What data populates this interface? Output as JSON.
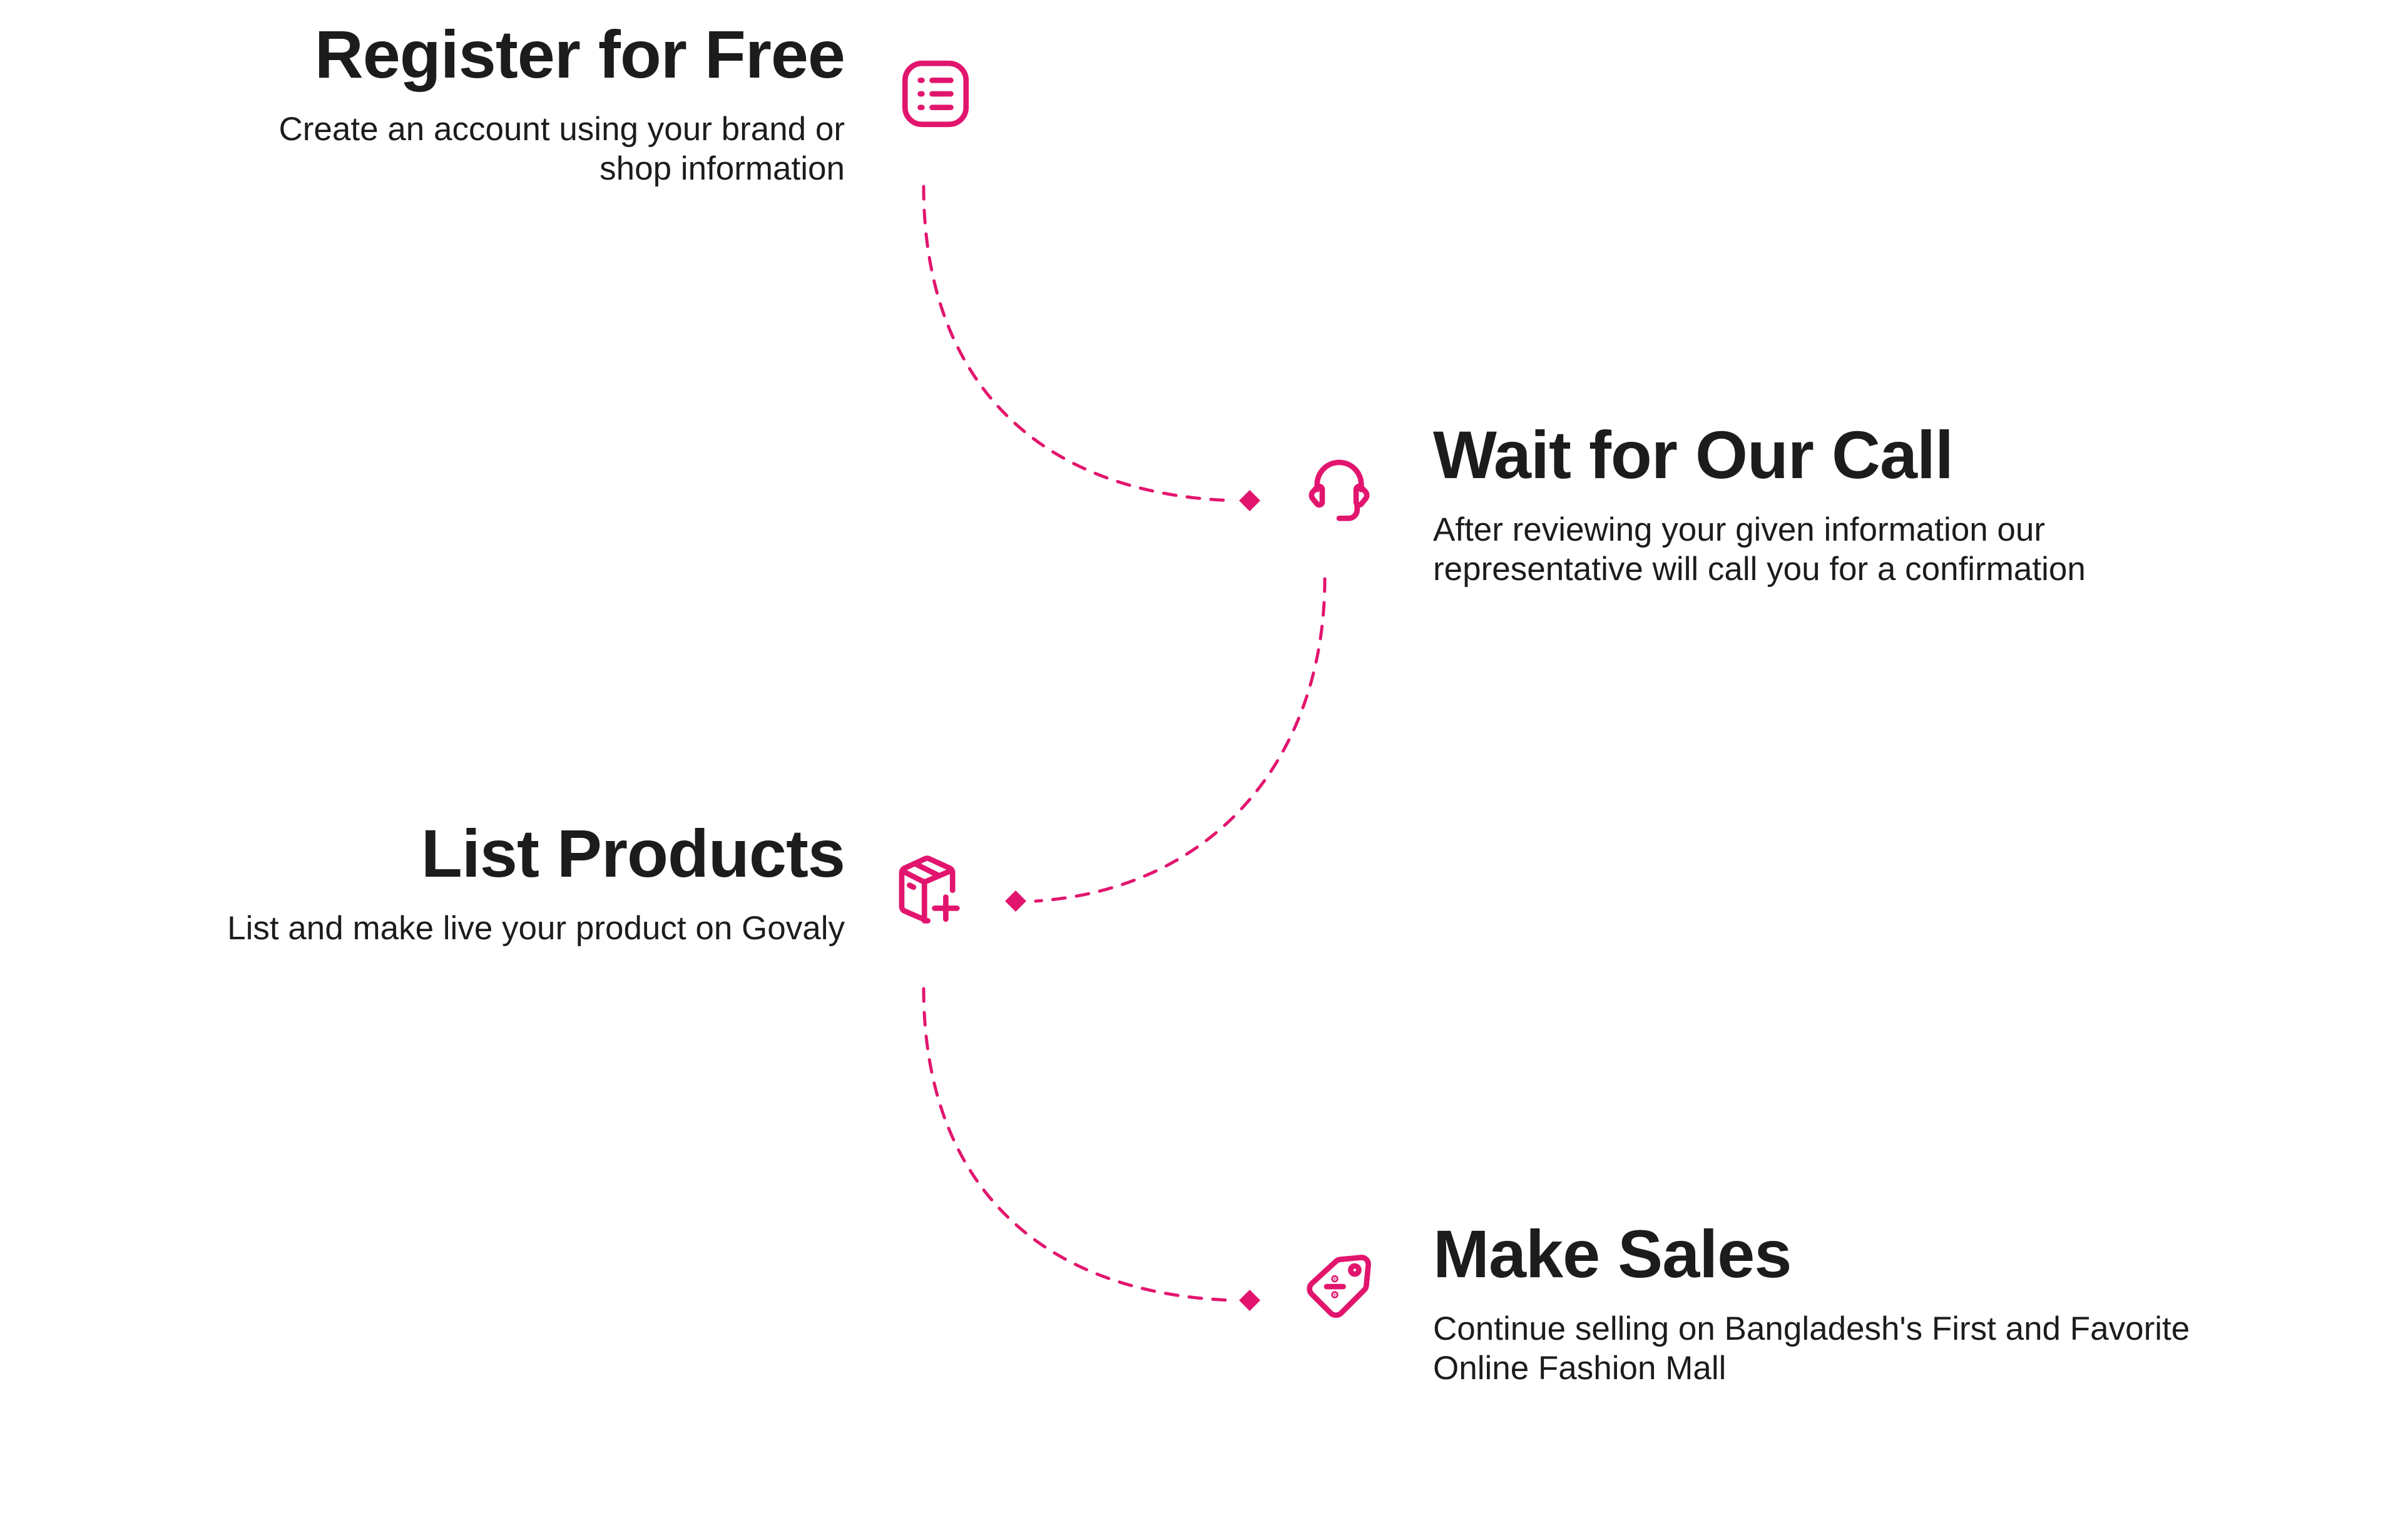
{
  "accent_color": "#E2156E",
  "text_color": "#1C1C1C",
  "steps": [
    {
      "title": "Register for Free",
      "description": "Create an account using your brand or shop information",
      "icon": "list-icon"
    },
    {
      "title": "Wait for Our Call",
      "description": "After reviewing your given information our representative will call you for a confirmation",
      "icon": "headset-icon"
    },
    {
      "title": "List Products",
      "description": "List and make live your product on Govaly",
      "icon": "box-plus-icon"
    },
    {
      "title": "Make Sales",
      "description": "Continue selling on Bangladesh's First and Favorite Online Fashion Mall",
      "icon": "price-tag-icon"
    }
  ]
}
